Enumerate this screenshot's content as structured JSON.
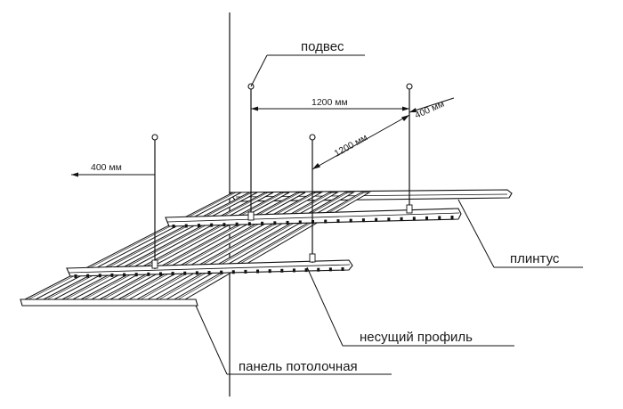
{
  "labels": {
    "hanger": "подвес",
    "skirting": "плинтус",
    "carrier_profile": "несущий профиль",
    "ceiling_panel": "панель потолочная"
  },
  "dimensions": {
    "hanger_spacing_long": "1200 мм",
    "hanger_spacing_diag": "1200 мм",
    "wall_offset_right": "400 мм",
    "wall_offset_left": "400 мм"
  },
  "colors": {
    "line": "#111111",
    "panel_fill": "#ffffff",
    "background": "#ffffff"
  }
}
